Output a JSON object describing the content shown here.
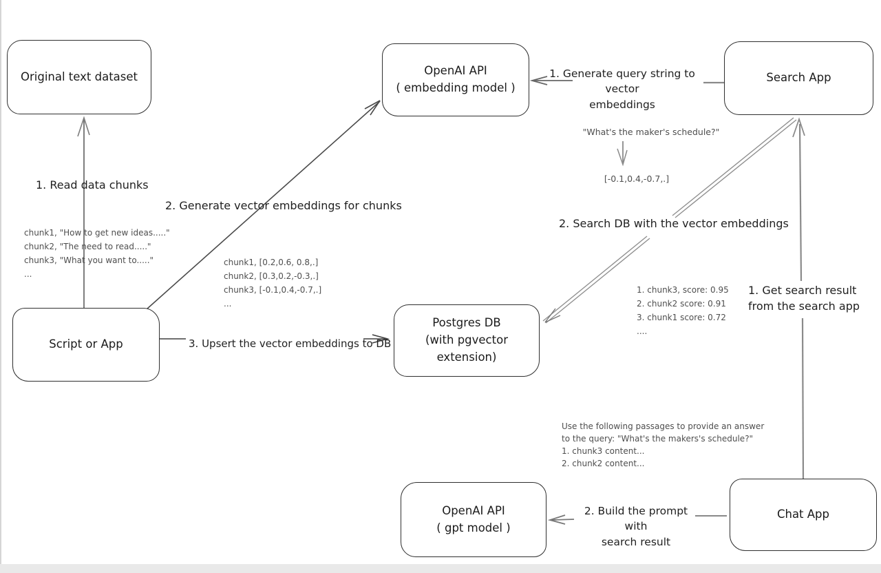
{
  "boxes": {
    "original_dataset": {
      "label": "Original text dataset"
    },
    "openai_embedding": {
      "line1": "OpenAI API",
      "line2": "( embedding model )"
    },
    "search_app": {
      "label": "Search App"
    },
    "script_or_app": {
      "label": "Script or App"
    },
    "postgres_db": {
      "line1": "Postgres DB",
      "line2": "(with pgvector extension)"
    },
    "openai_gpt": {
      "line1": "OpenAI API",
      "line2": "( gpt model )"
    },
    "chat_app": {
      "label": "Chat App"
    }
  },
  "arrow_labels": {
    "read_chunks": "1. Read data chunks",
    "generate_embeddings": "2. Generate vector embeddings for chunks",
    "upsert": "3. Upsert the vector embeddings to DB",
    "generate_query_line1": "1. Generate query string to vector",
    "generate_query_line2": "embeddings",
    "search_db": "2. Search DB with the vector embeddings",
    "get_result_line1": "1. Get search result",
    "get_result_line2": "from the search app",
    "build_prompt_line1": "2. Build the prompt with",
    "build_prompt_line2": "search result"
  },
  "annotations": {
    "query_example": {
      "query": "\"What's the maker's schedule?\"",
      "vector": "[-0.1,0.4,-0.7,.]"
    },
    "chunks": {
      "lines": [
        "chunk1, \"How to get new ideas.....\"",
        "chunk2, \"The need to read.....\"",
        "chunk3, \"What you want to.....\"",
        "..."
      ]
    },
    "vectors": {
      "lines": [
        "chunk1, [0.2,0.6, 0.8,.]",
        "chunk2, [0.3,0.2,-0.3,.]",
        "chunk3, [-0.1,0.4,-0.7,.]",
        "..."
      ]
    },
    "scores": {
      "lines": [
        "1. chunk3, score: 0.95",
        "2. chunk2 score: 0.91",
        "3. chunk1 score: 0.72",
        "...."
      ]
    },
    "prompt": {
      "lines": [
        "Use the following passages to provide an answer",
        "to the query: \"What's the makers's schedule?\"",
        "1. chunk3 content...",
        "2. chunk2 content..."
      ]
    }
  },
  "colors": {
    "box_stroke": "#2e2e2e",
    "arrow_gray": "#8a8a8a",
    "arrow_dark": "#4a4a4a",
    "note_text": "#4e4e4e"
  }
}
